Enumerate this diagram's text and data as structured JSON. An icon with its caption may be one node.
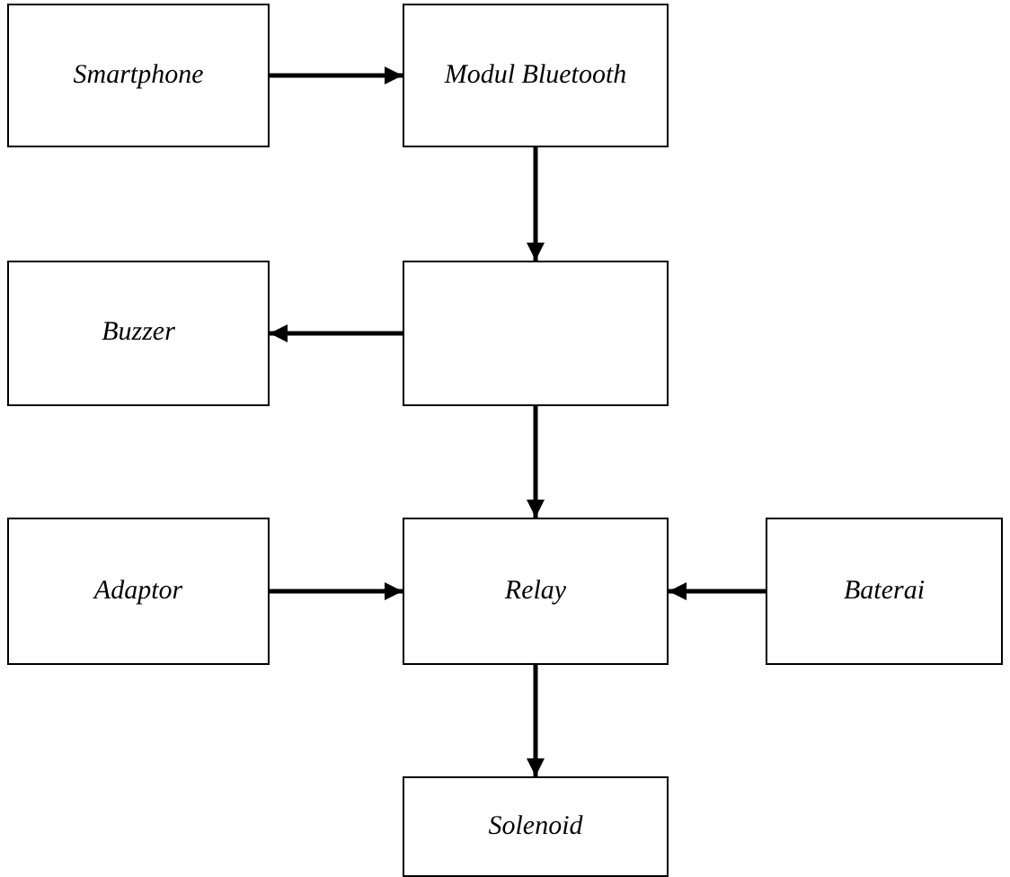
{
  "diagram": {
    "nodes": [
      {
        "text": [
          "Smartphone"
        ]
      },
      {
        "text": [
          "Modul Bluetooth"
        ]
      },
      {
        "text": [
          "Buzzer"
        ]
      },
      {
        "text": [],
        "shape": "box"
      },
      {
        "text": [
          "Adaptor"
        ]
      },
      {
        "text": [
          "Relay"
        ]
      },
      {
        "text": [
          "Baterai"
        ]
      },
      {
        "text": [
          "Solenoid"
        ]
      }
    ],
    "edges": [
      {
        "from": 0,
        "to": 1,
        "arrow": "to"
      },
      {
        "from": 1,
        "to": 3,
        "arrow": "to"
      },
      {
        "from": 3,
        "to": 2,
        "arrow": "to"
      },
      {
        "from": 3,
        "to": 5,
        "arrow": "to"
      },
      {
        "from": 4,
        "to": 5,
        "arrow": "to"
      },
      {
        "from": 6,
        "to": 5,
        "arrow": "to"
      },
      {
        "from": 5,
        "to": 7,
        "arrow": "to"
      }
    ]
  }
}
